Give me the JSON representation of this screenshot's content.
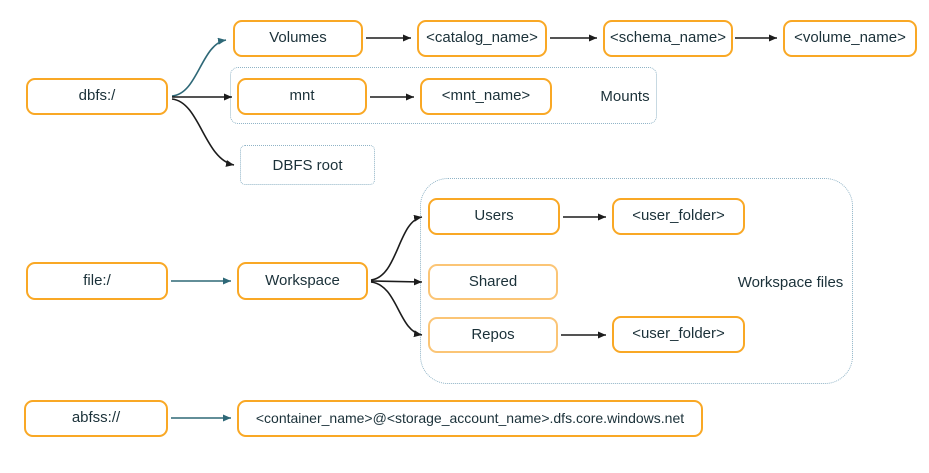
{
  "diagram": {
    "title": "Databricks file system paths diagram",
    "nodes": {
      "dbfs": "dbfs:/",
      "volumes": "Volumes",
      "catalog_name": "<catalog_name>",
      "schema_name": "<schema_name>",
      "volume_name": "<volume_name>",
      "mnt": "mnt",
      "mnt_name": "<mnt_name>",
      "dbfs_root": "DBFS root",
      "file": "file:/",
      "workspace": "Workspace",
      "users": "Users",
      "user_folder_top": "<user_folder>",
      "shared": "Shared",
      "repos": "Repos",
      "user_folder_bottom": "<user_folder>",
      "abfss": "abfss://",
      "container_path": "<container_name>@<storage_account_name>.dfs.core.windows.net"
    },
    "group_labels": {
      "mounts": "Mounts",
      "workspace_files": "Workspace files"
    },
    "edges": [
      {
        "from": "dbfs",
        "to": "volumes",
        "color": "teal",
        "shape": "curve"
      },
      {
        "from": "dbfs",
        "to": "mnt",
        "color": "black",
        "shape": "straight"
      },
      {
        "from": "dbfs",
        "to": "dbfs_root",
        "color": "black",
        "shape": "curve"
      },
      {
        "from": "volumes",
        "to": "catalog_name",
        "color": "black",
        "shape": "straight"
      },
      {
        "from": "catalog_name",
        "to": "schema_name",
        "color": "black",
        "shape": "straight"
      },
      {
        "from": "schema_name",
        "to": "volume_name",
        "color": "black",
        "shape": "straight"
      },
      {
        "from": "mnt",
        "to": "mnt_name",
        "color": "black",
        "shape": "straight"
      },
      {
        "from": "file",
        "to": "workspace",
        "color": "teal",
        "shape": "straight"
      },
      {
        "from": "workspace",
        "to": "users",
        "color": "black",
        "shape": "curve"
      },
      {
        "from": "workspace",
        "to": "shared",
        "color": "black",
        "shape": "straight"
      },
      {
        "from": "workspace",
        "to": "repos",
        "color": "black",
        "shape": "curve"
      },
      {
        "from": "users",
        "to": "user_folder_top",
        "color": "black",
        "shape": "straight"
      },
      {
        "from": "repos",
        "to": "user_folder_bottom",
        "color": "black",
        "shape": "straight"
      },
      {
        "from": "abfss",
        "to": "container_path",
        "color": "teal",
        "shape": "straight"
      }
    ],
    "colors": {
      "box_border": "#F9A825",
      "box_border_light": "#FBC576",
      "dotted_border": "#8FB3C6",
      "arrow_black": "#1C1C1C",
      "arrow_teal": "#2E6877",
      "text": "#1B3139",
      "background": "#FFFFFF"
    }
  }
}
